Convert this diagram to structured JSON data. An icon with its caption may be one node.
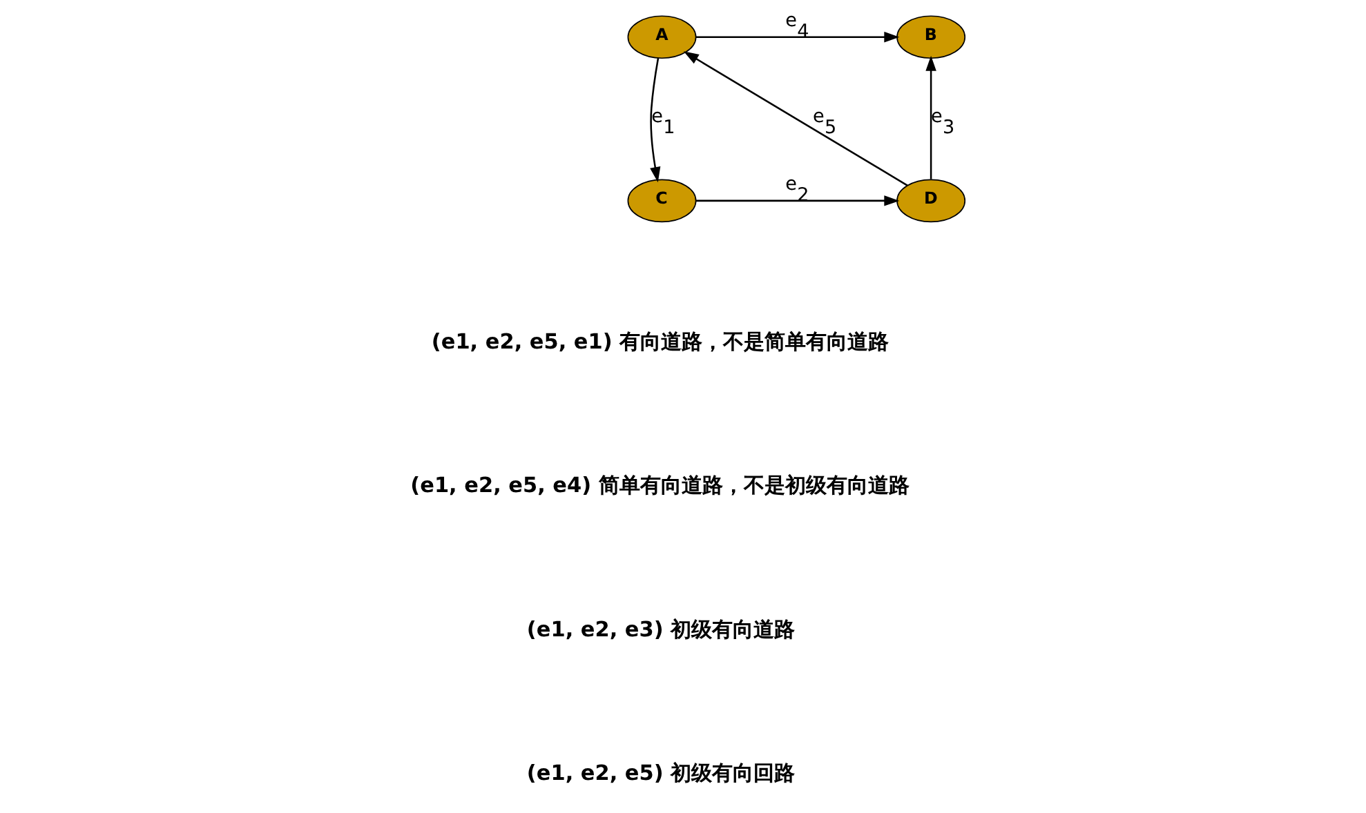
{
  "diagram": {
    "nodes": [
      {
        "text": [
          "A"
        ]
      },
      {
        "text": [
          "B"
        ]
      },
      {
        "text": [
          "C"
        ]
      },
      {
        "text": [
          "D"
        ]
      }
    ],
    "edges": [
      {
        "from": 0,
        "to": 1,
        "arrow": "to",
        "label": "e$_{4}$"
      },
      {
        "from": 0,
        "to": 2,
        "arrow": "to",
        "label": "e$_{1}$"
      },
      {
        "from": 2,
        "to": 3,
        "arrow": "to",
        "label": "e$_{2}$"
      },
      {
        "from": 3,
        "to": 1,
        "arrow": "to",
        "label": "e$_{3}$"
      },
      {
        "from": 3,
        "to": 0,
        "arrow": "to",
        "label": "e$_{5}$"
      }
    ],
    "labels": [
      "(e1, e2, e5, e1) 有向道路，不是简单有向道路",
      "(e1, e2, e5, e4) 简单有向道路，不是初级有向道路",
      "(e1, e2, e3) 初级有向道路",
      "(e1, e2, e5) 初级有向回路"
    ]
  }
}
